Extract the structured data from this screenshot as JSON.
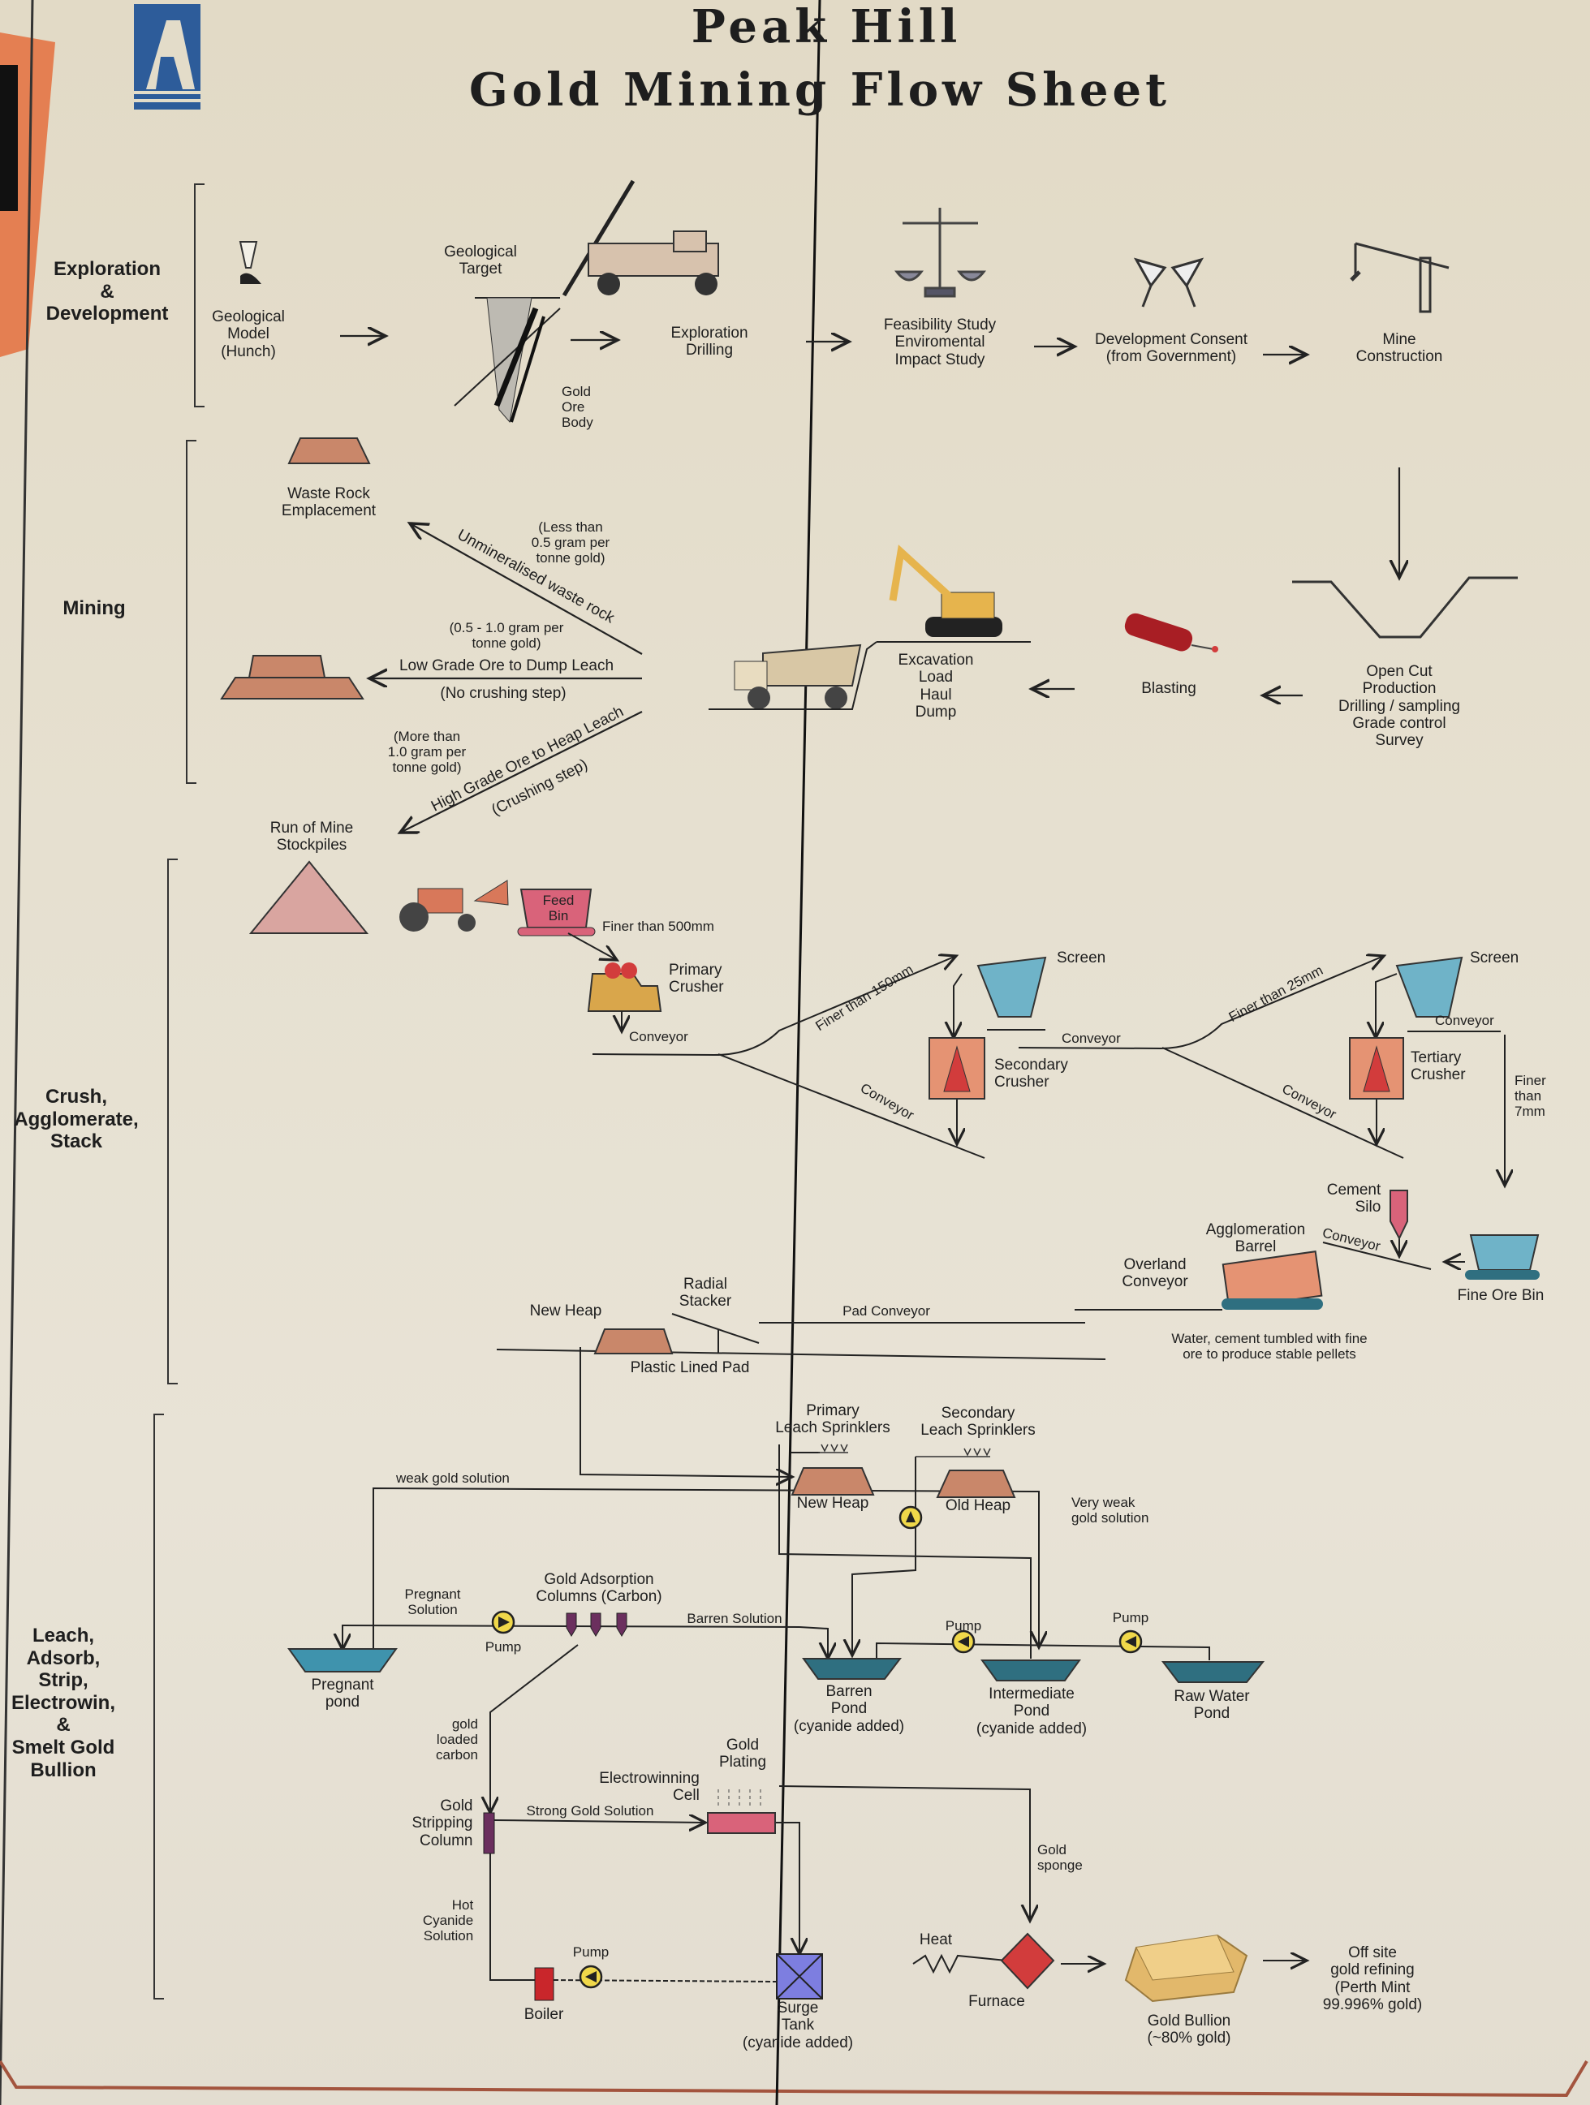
{
  "title": {
    "line1": "Peak Hill",
    "line2": "Gold Mining Flow Sheet",
    "logo": "A"
  },
  "sections": {
    "exploration": "Exploration\n&\nDevelopment",
    "mining": "Mining",
    "crush": "Crush,\nAgglomerate,\nStack",
    "leach": "Leach,\nAdsorb,\nStrip,\nElectrowin,\n&\nSmelt Gold\nBullion"
  },
  "exploration": {
    "geological_model": "Geological\nModel\n(Hunch)",
    "geological_target": "Geological\nTarget",
    "gold_ore_body": "Gold\nOre\nBody",
    "exploration_drilling": "Exploration\nDrilling",
    "feasibility": "Feasibility Study\nEnviromental\nImpact Study",
    "development_consent": "Development Consent\n(from Government)",
    "mine_construction": "Mine\nConstruction"
  },
  "mining": {
    "waste_rock": "Waste Rock\nEmplacement",
    "less_than": "(Less than\n0.5 gram per\ntonne gold)",
    "unmineralised": "Unmineralised waste rock",
    "low_grade_grams": "(0.5 - 1.0 gram per\ntonne gold)",
    "low_grade": "Low Grade Ore to Dump Leach",
    "no_crushing": "(No crushing step)",
    "more_than": "(More than\n1.0 gram per\ntonne gold)",
    "high_grade": "High Grade Ore to Heap Leach",
    "crushing_step": "(Crushing step)",
    "run_of_mine": "Run of Mine\nStockpiles",
    "excavation": "Excavation\nLoad\nHaul\nDump",
    "blasting": "Blasting",
    "open_cut": "Open Cut\nProduction\nDrilling / sampling\nGrade control\nSurvey"
  },
  "crush": {
    "feed_bin": "Feed\nBin",
    "finer_500": "Finer than 500mm",
    "primary_crusher": "Primary\nCrusher",
    "conveyor": "Conveyor",
    "finer_150": "Finer than 150mm",
    "screen": "Screen",
    "secondary_crusher": "Secondary\nCrusher",
    "finer_25": "Finer than 25mm",
    "tertiary_crusher": "Tertiary\nCrusher",
    "finer_7": "Finer\nthan\n7mm",
    "cement_silo": "Cement\nSilo",
    "agglomeration_barrel": "Agglomeration\nBarrel",
    "fine_ore_bin": "Fine Ore Bin",
    "overland_conveyor": "Overland\nConveyor",
    "water_cement": "Water, cement tumbled with fine\nore to produce stable pellets",
    "pad_conveyor": "Pad Conveyor",
    "radial_stacker": "Radial\nStacker",
    "new_heap": "New Heap",
    "plastic_lined_pad": "Plastic Lined Pad"
  },
  "leach": {
    "primary_sprinklers": "Primary\nLeach Sprinklers",
    "secondary_sprinklers": "Secondary\nLeach Sprinklers",
    "weak_gold": "weak gold solution",
    "new_heap": "New Heap",
    "old_heap": "Old Heap",
    "very_weak": "Very weak\ngold solution",
    "pregnant_solution": "Pregnant\nSolution",
    "pump": "Pump",
    "adsorption": "Gold Adsorption\nColumns (Carbon)",
    "barren_solution": "Barren Solution",
    "pregnant_pond": "Pregnant\npond",
    "barren_pond": "Barren\nPond\n(cyanide added)",
    "intermediate_pond": "Intermediate\nPond\n(cyanide added)",
    "raw_water_pond": "Raw Water\nPond",
    "gold_loaded_carbon": "gold\nloaded\ncarbon",
    "gold_plating": "Gold\nPlating",
    "electrowinning": "Electrowinning\nCell",
    "stripping_column": "Gold\nStripping\nColumn",
    "strong_gold": "Strong Gold Solution",
    "gold_sponge": "Gold\nsponge",
    "hot_cyanide": "Hot\nCyanide\nSolution",
    "boiler": "Boiler",
    "surge_tank": "Surge\nTank\n(cyanide added)",
    "heat": "Heat",
    "furnace": "Furnace",
    "gold_bullion": "Gold Bullion\n(~80% gold)",
    "off_site": "Off site\ngold refining\n(Perth Mint\n99.996% gold)"
  },
  "colors": {
    "background": "#e3dcc9",
    "pink": "#d9637a",
    "salmon": "#e59373",
    "blue": "#6fb3c8",
    "pond": "#2f6f80",
    "pump": "#f0d84a",
    "furnace": "#d23c3c"
  }
}
